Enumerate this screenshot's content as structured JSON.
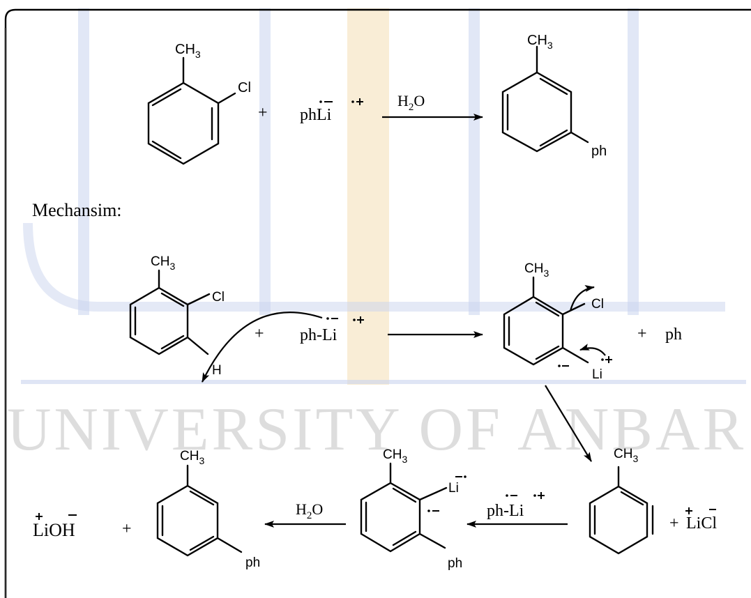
{
  "watermark": {
    "text": "UNIVERSITY OF ANBAR",
    "colors": {
      "bar": "#c9d3ee",
      "text": "#d0d0d0",
      "gold": "#f4dcae"
    }
  },
  "reaction": {
    "reactant_substituents": [
      "CH3",
      "Cl"
    ],
    "plus": "+",
    "reagent": "phLi",
    "condition": "H2O",
    "product_substituents": [
      "CH3",
      "ph"
    ]
  },
  "mechanism": {
    "heading": "Mechansim:",
    "step1": {
      "reactant_substituents": [
        "CH3",
        "Cl",
        "H"
      ],
      "plus": "+",
      "base": "ph-Li",
      "intermediate_substituents": [
        "CH3",
        "Cl",
        "Li"
      ],
      "byproduct_plus": "+",
      "byproduct": "ph"
    },
    "step2": {
      "benzyne_substituent": "CH3",
      "salt_plus": "+",
      "salt": "LiCl",
      "reagent": "ph-Li",
      "aryllithium_substituents": [
        "CH3",
        "Li",
        "ph"
      ],
      "condition": "H2O",
      "product_substituents": [
        "CH3",
        "ph"
      ],
      "plus": "+",
      "hydroxide": "LiOH"
    }
  }
}
